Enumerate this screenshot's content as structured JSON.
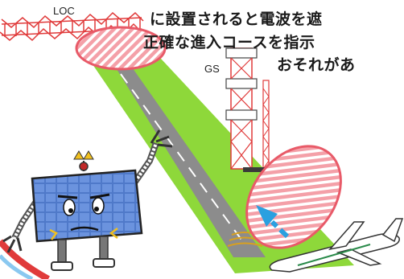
{
  "labels": {
    "loc": "LOC",
    "gs": "GS"
  },
  "caption": {
    "line1": "に設置されると電波を遮",
    "line2": "正確な進入コースを指示",
    "line3": "おそれがあ"
  },
  "colors": {
    "ground": "#8ed83a",
    "runway": "#8c8c8c",
    "zone_fill": "#f4a0a8",
    "zone_stripe": "#ffffff",
    "antenna": "#e03a3a",
    "robot_panel": "#4f79c9",
    "approach_arrow": "#2aa0e0"
  },
  "icons": {
    "loc": "localizer-antenna-icon",
    "gs": "glide-slope-tower-icon",
    "robot": "solar-panel-robot-icon",
    "plane": "airplane-icon",
    "arrow": "approach-arrow-icon"
  }
}
